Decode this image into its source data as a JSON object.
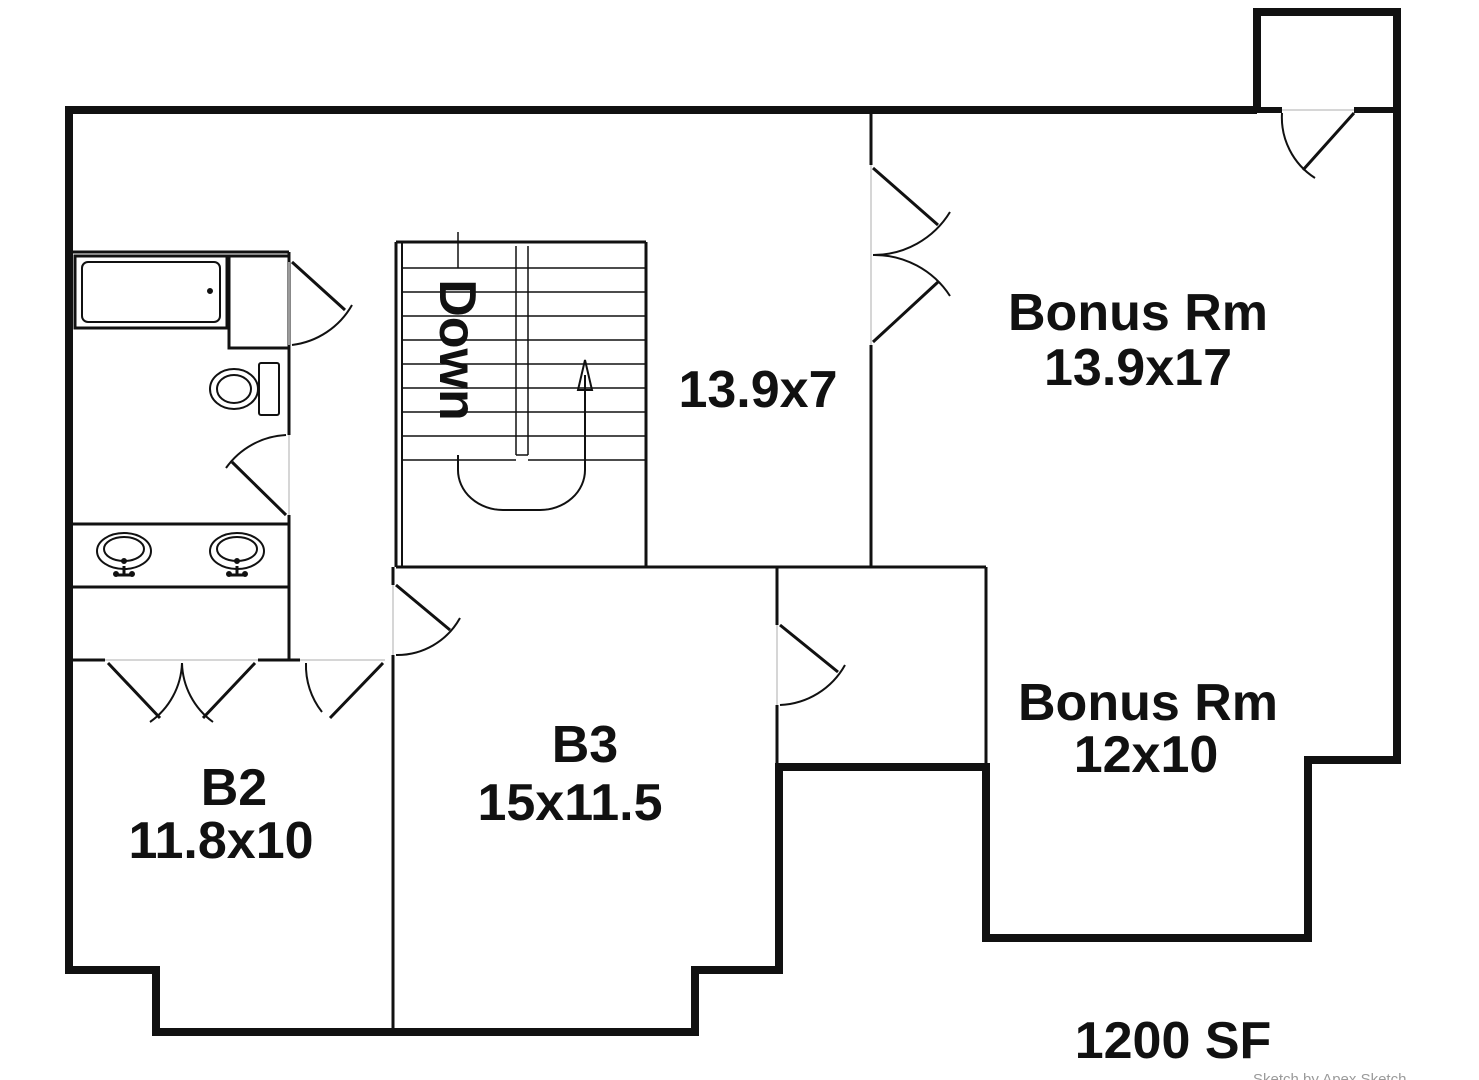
{
  "rooms": {
    "stair_label": "Down",
    "hall": {
      "size": "13.9x7"
    },
    "bonus_rm_1": {
      "name": "Bonus Rm",
      "size": "13.9x17"
    },
    "bonus_rm_2": {
      "name": "Bonus Rm",
      "size": "12x10"
    },
    "b3": {
      "name": "B3",
      "size": "15x11.5"
    },
    "b2": {
      "name": "B2",
      "size": "11.8x10"
    }
  },
  "total_area": "1200 SF",
  "credit": "Sketch by Apex Sketch",
  "colors": {
    "wall": "#111111",
    "background": "#ffffff",
    "door_gap": "#c8c8c8"
  }
}
